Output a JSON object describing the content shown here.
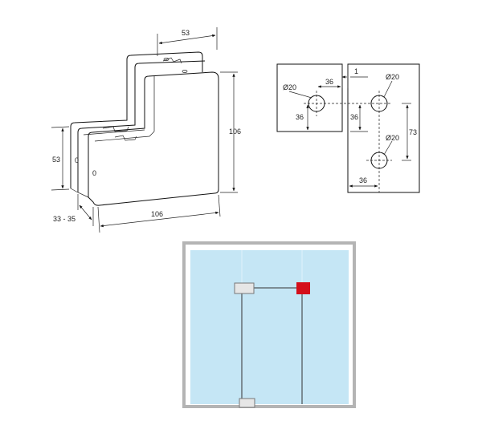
{
  "iso": {
    "dim_top": "53",
    "dim_right": "106",
    "dim_left": "53",
    "dim_bottom": "106",
    "dim_thickness": "33 - 35",
    "face_mark_1": "0",
    "face_mark_2": "0"
  },
  "drilling": {
    "hole1_dia": "Ø20",
    "hole2_dia": "Ø20",
    "hole3_dia": "Ø20",
    "gap": "1",
    "h_spacing": "36",
    "left_vertical": "36",
    "mid_vertical": "36",
    "v_spacing": "73",
    "bottom_offset": "36"
  },
  "colors": {
    "glass": "#c5e6f5",
    "frame": "#b4b4b4",
    "fitting_highlight": "#d40f1a",
    "fitting": "#e6e6e6"
  }
}
